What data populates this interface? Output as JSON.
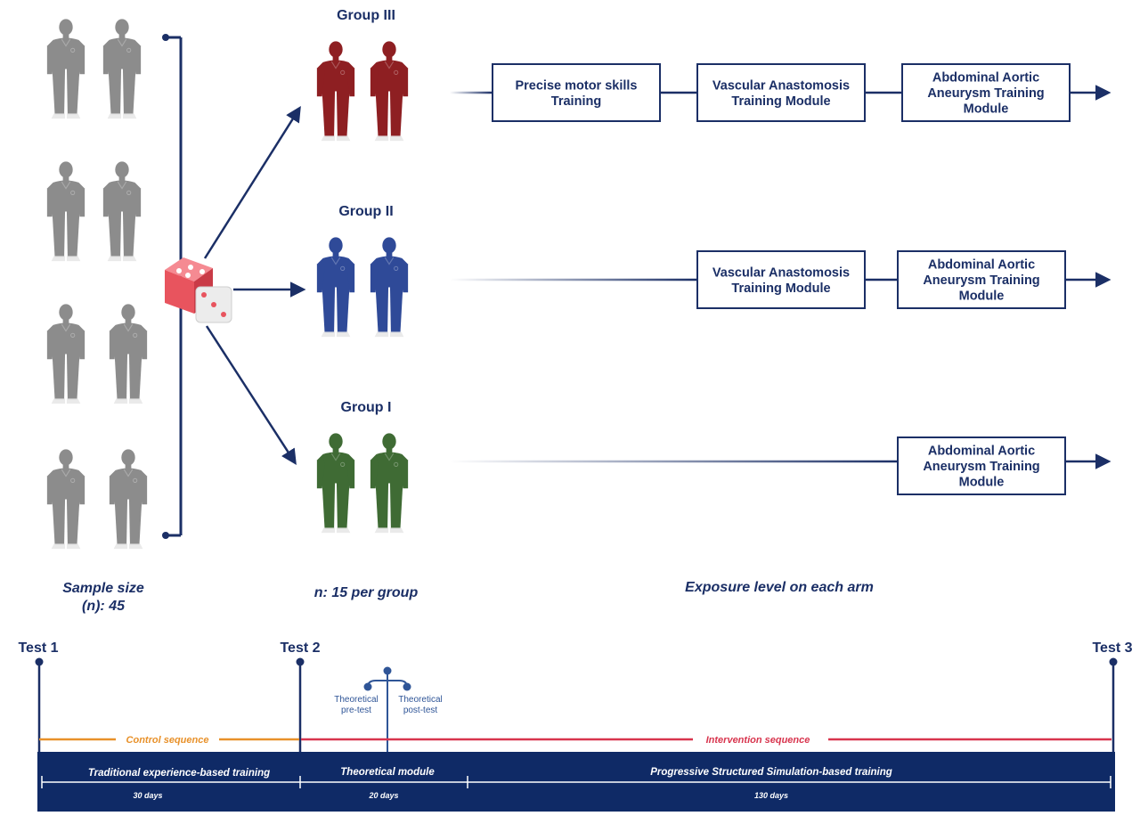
{
  "sample": {
    "line1": "Sample size",
    "line2": "(n): 45"
  },
  "groups_caption": "n: 15 per group",
  "exposure_caption": "Exposure level on each arm",
  "groups": [
    {
      "id": "group-3",
      "title": "Group III",
      "color": "#8e1f22",
      "modules": [
        [
          "Precise motor skills",
          "Training"
        ],
        [
          "Vascular Anastomosis",
          "Training Module"
        ],
        [
          "Abdominal Aortic",
          "Aneurysm Training",
          "Module"
        ]
      ]
    },
    {
      "id": "group-2",
      "title": "Group II",
      "color": "#2f4a98",
      "modules": [
        [
          "Vascular Anastomosis",
          "Training Module"
        ],
        [
          "Abdominal Aortic",
          "Aneurysm Training",
          "Module"
        ]
      ]
    },
    {
      "id": "group-1",
      "title": "Group I",
      "color": "#3f6b34",
      "modules": [
        [
          "Abdominal Aortic",
          "Aneurysm Training",
          "Module"
        ]
      ]
    }
  ],
  "timeline": {
    "tests": [
      "Test 1",
      "Test 2",
      "Test 3"
    ],
    "theoretical_pre": [
      "Theoretical",
      "pre-test"
    ],
    "theoretical_post": [
      "Theoretical",
      "post-test"
    ],
    "control_label": "Control sequence",
    "intervention_label": "Intervention sequence",
    "phases": [
      {
        "label": "Traditional experience-based training",
        "duration": "30 days"
      },
      {
        "label": "Theoretical module",
        "duration": "20 days"
      },
      {
        "label": "Progressive Structured Simulation-based training",
        "duration": "130 days"
      }
    ]
  },
  "colors": {
    "navy": "#1b2f66",
    "gray_person": "#8c8c8c",
    "control": "#e8912a",
    "intervention": "#d8354e",
    "dice": "#e8545e"
  }
}
